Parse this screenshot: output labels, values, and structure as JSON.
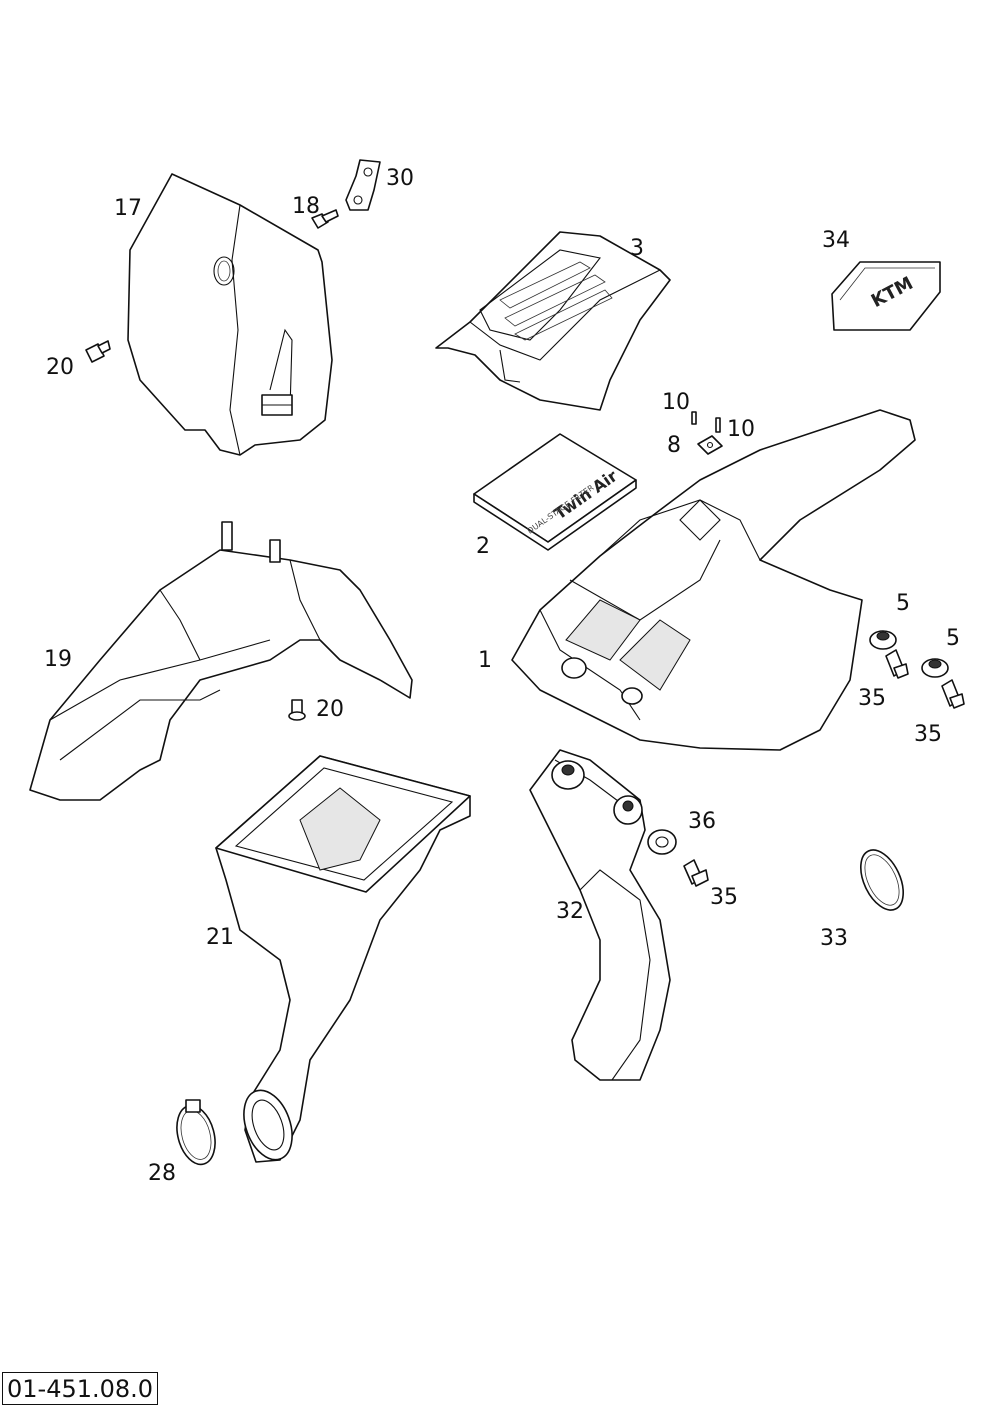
{
  "callouts": {
    "c1": "1",
    "c2": "2",
    "c3": "3",
    "c5a": "5",
    "c5b": "5",
    "c8": "8",
    "c10a": "10",
    "c10b": "10",
    "c17": "17",
    "c18": "18",
    "c19": "19",
    "c20a": "20",
    "c20b": "20",
    "c21": "21",
    "c28": "28",
    "c30": "30",
    "c32": "32",
    "c33": "33",
    "c34": "34",
    "c35a": "35",
    "c35b": "35",
    "c35c": "35",
    "c36": "36"
  },
  "filter_label": {
    "brand": "Twin Air",
    "subtitle": "DUAL-STAGE FILTER"
  },
  "decal": {
    "logo": "KTM"
  },
  "drawing_id": "01-451.08.0"
}
